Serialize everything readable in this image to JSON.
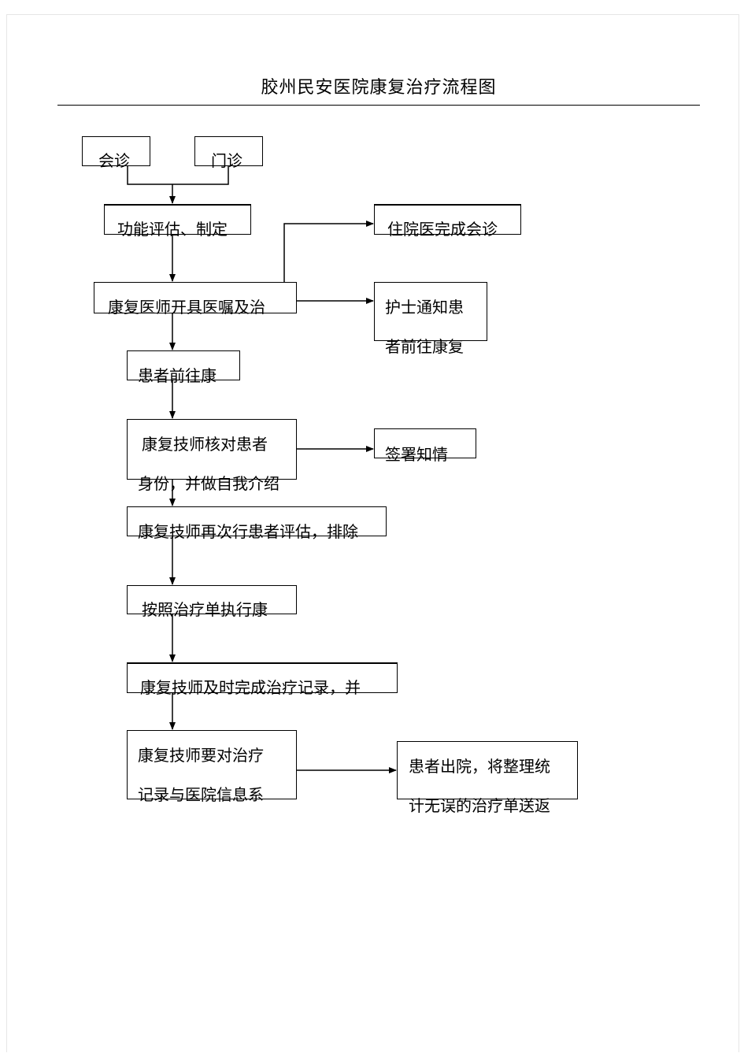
{
  "title": "胶州民安医院康复治疗流程图",
  "nodes": {
    "consult": "会诊",
    "outpatient": "门诊",
    "assessment": "功能评估、制定",
    "resident_consult": "住院医完成会诊",
    "prescribe": "康复医师开具医嘱及治",
    "nurse_line1": "护士通知患",
    "nurse_line2": "者前往康复",
    "patient_go": "患者前往康",
    "verify_line1": "康复技师核对患者",
    "verify_line2": "身份，并做自我介绍",
    "sign": "签署知情",
    "reassess": "康复技师再次行患者评估，排除",
    "execute": "按照治疗单执行康",
    "record": "康复技师及时完成治疗记录，并",
    "info_line1": "康复技师要对治疗",
    "info_line2": "记录与医院信息系",
    "discharge_line1": "患者出院，将整理统",
    "discharge_line2": "计无误的治疗单送返"
  }
}
